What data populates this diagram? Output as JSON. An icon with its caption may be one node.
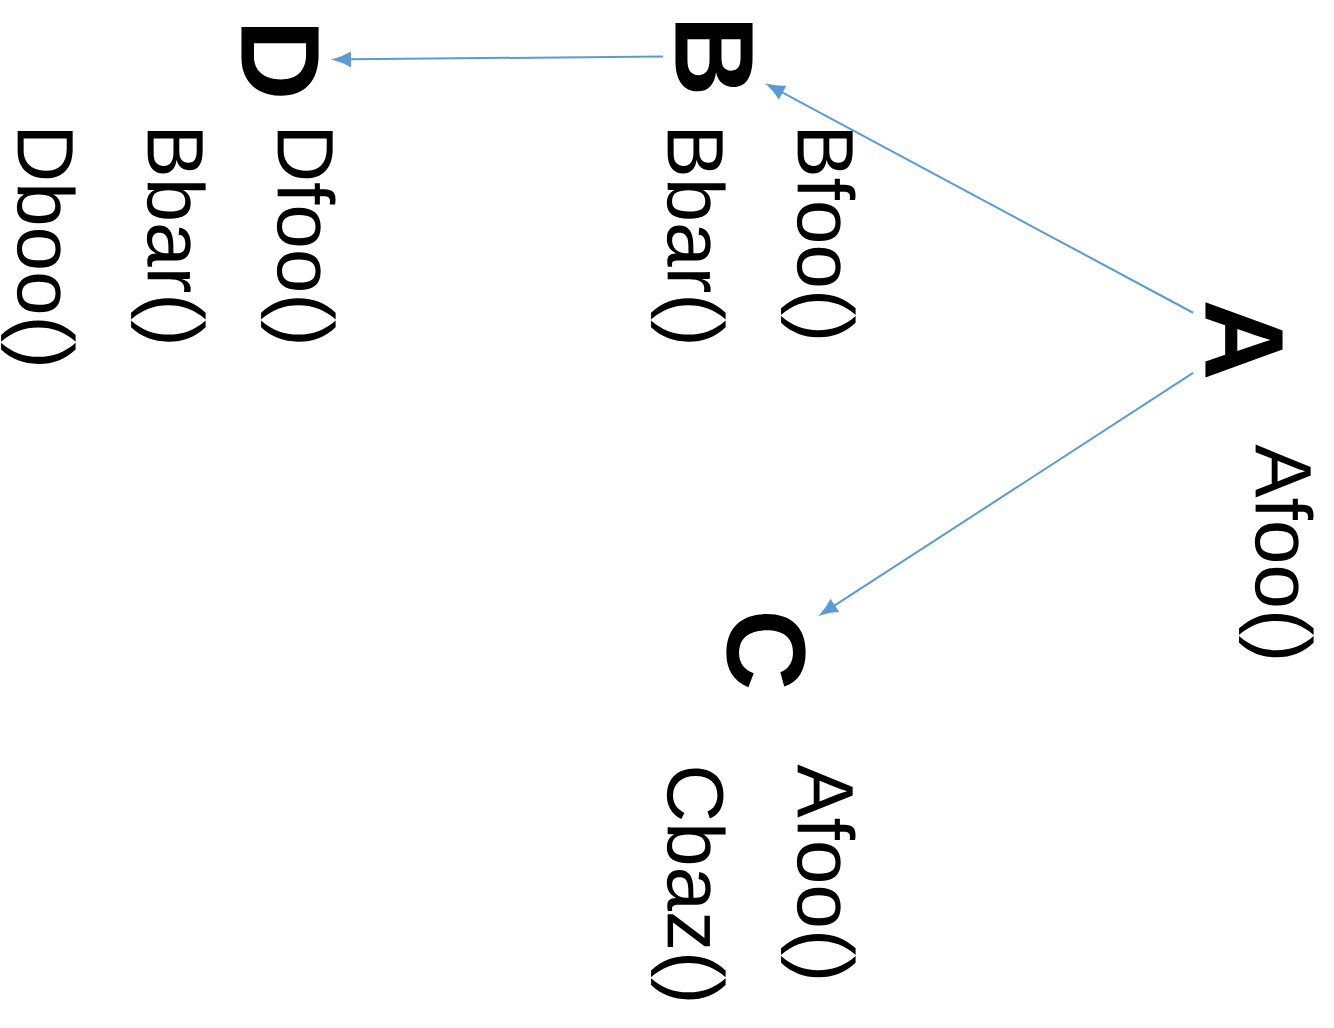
{
  "diagram": {
    "nodes": [
      {
        "text": [
          "A",
          "Afoo()"
        ]
      },
      {
        "text": [
          "B",
          "Bfoo() Bbar()"
        ]
      },
      {
        "text": [
          "C",
          "Afoo() Cbaz()"
        ]
      },
      {
        "text": [
          "D",
          "Dfoo() Bbar() Dboo()"
        ]
      }
    ],
    "edges": [
      {
        "from": 0,
        "to": 1,
        "arrow": "to"
      },
      {
        "from": 0,
        "to": 2,
        "arrow": "to"
      },
      {
        "from": 1,
        "to": 3,
        "arrow": "to"
      }
    ]
  }
}
